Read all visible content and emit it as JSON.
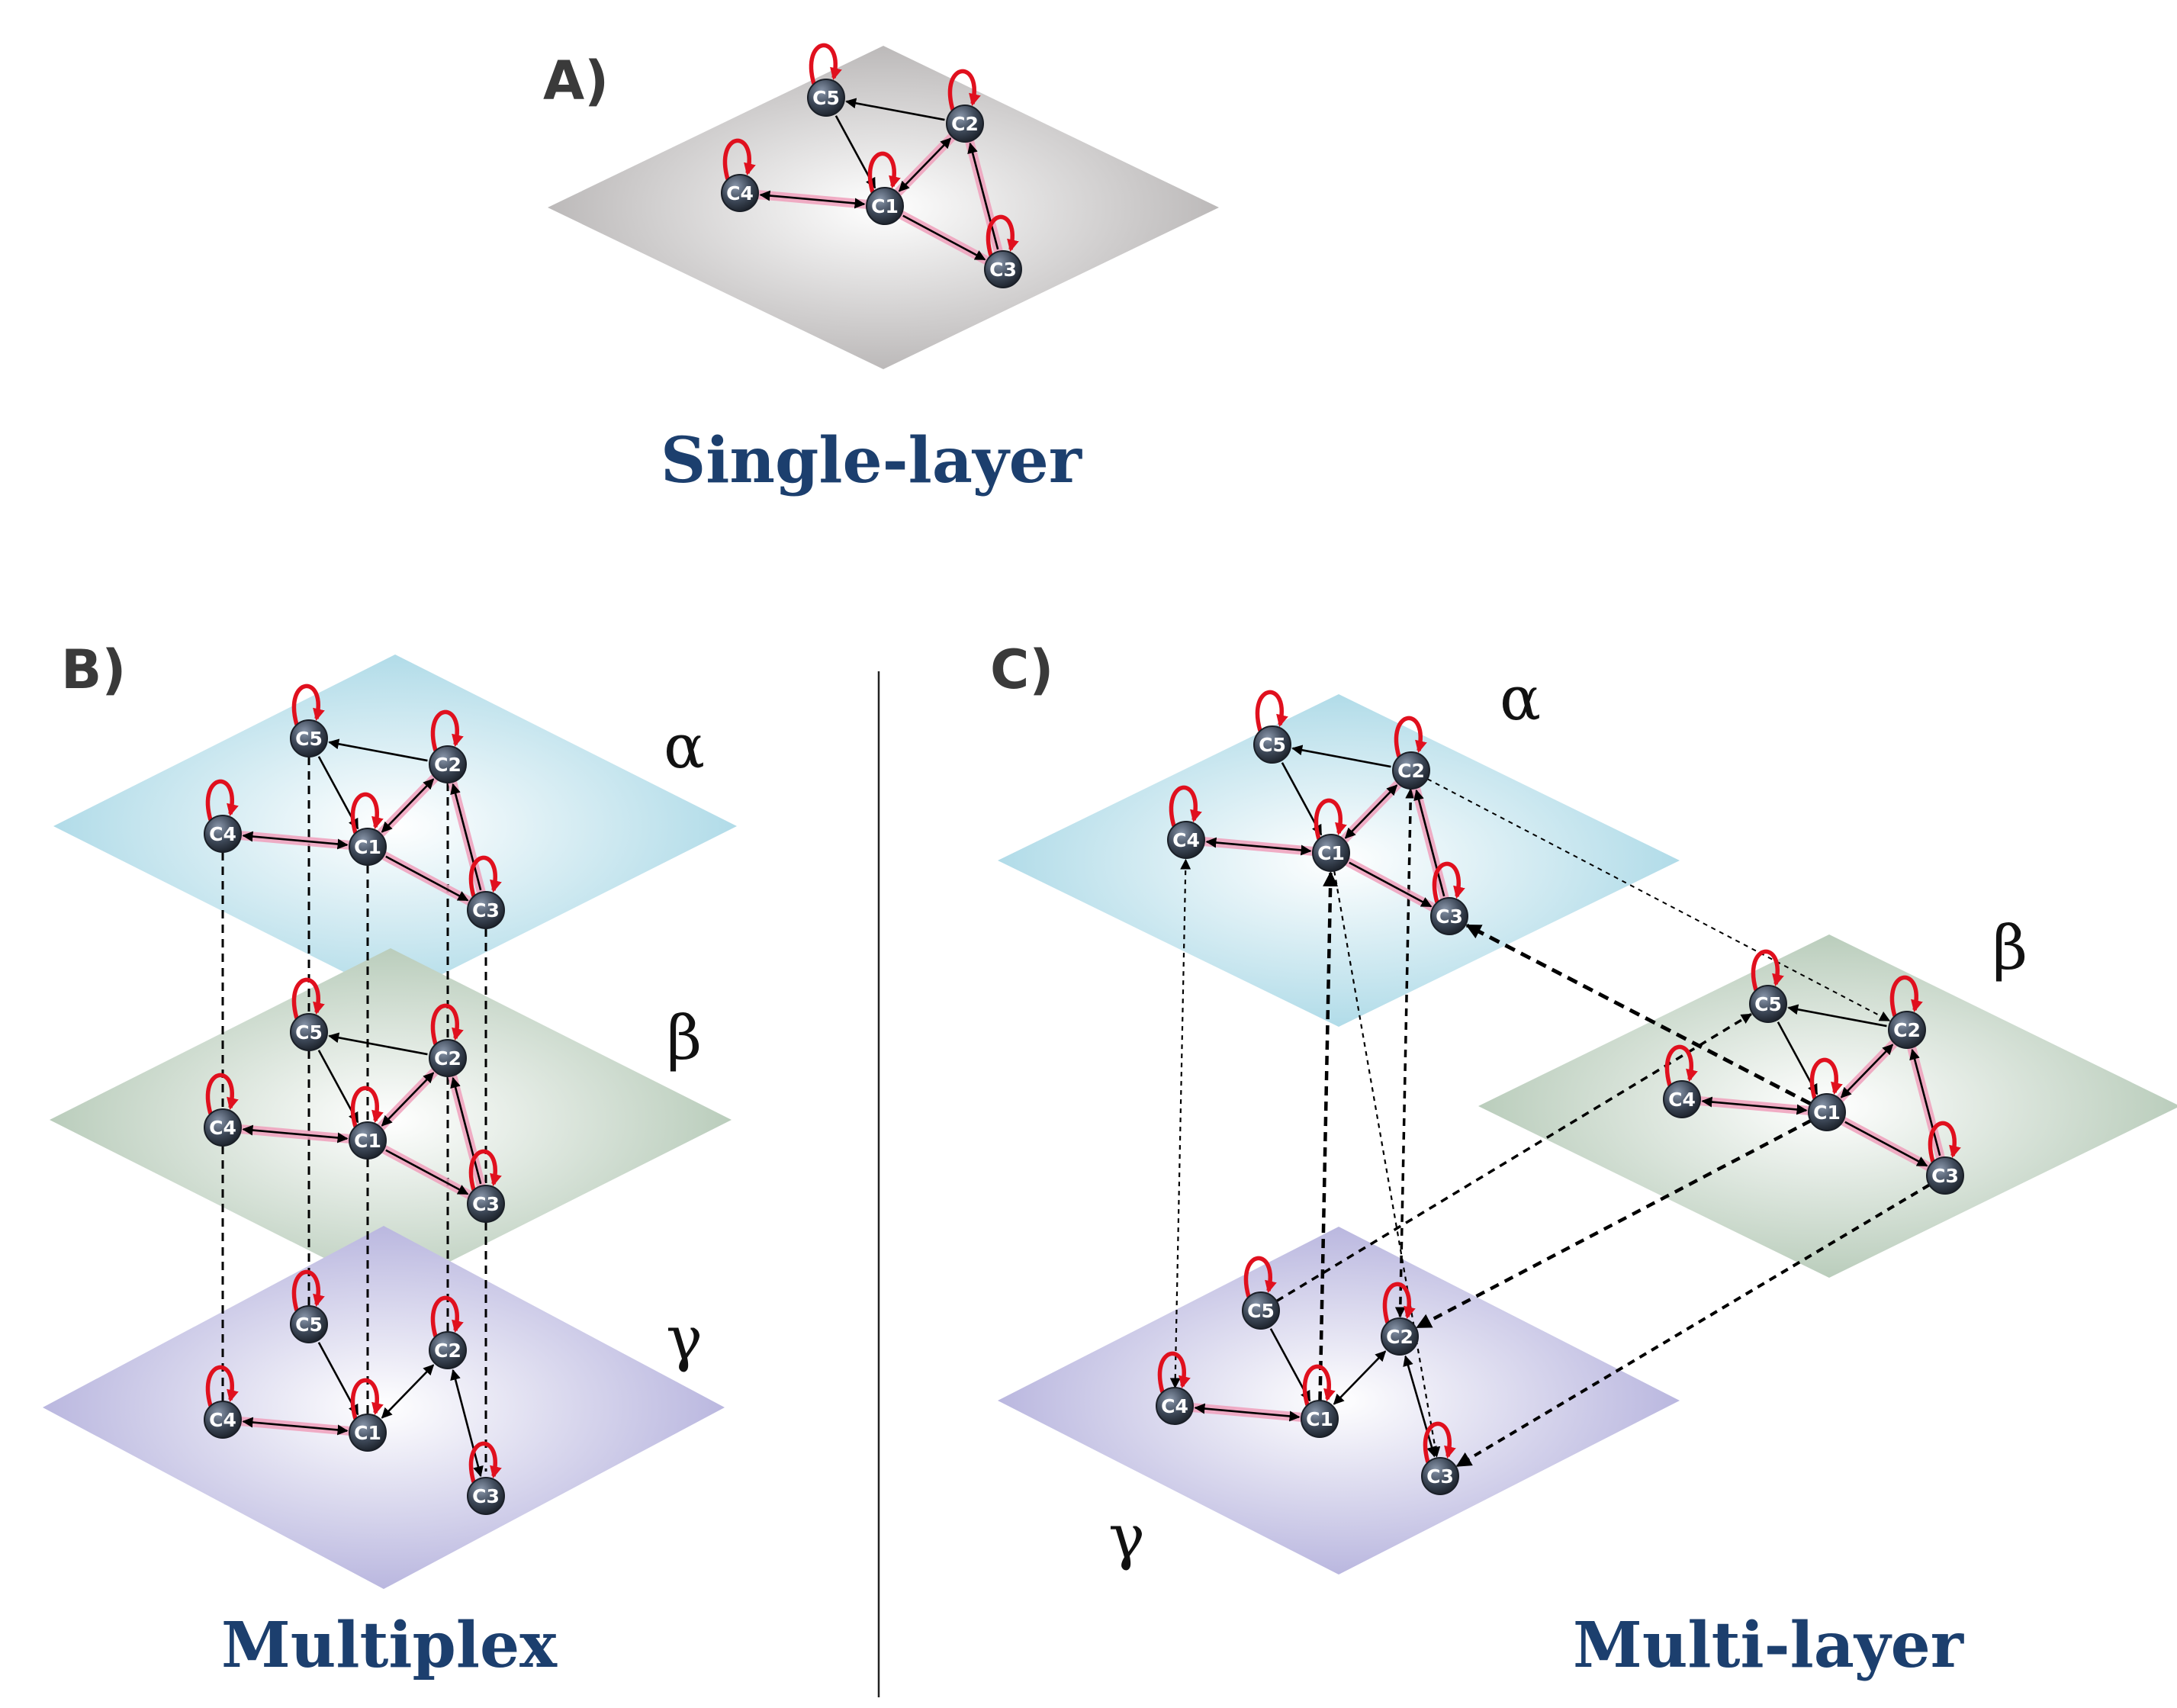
{
  "panels": [
    {
      "id": "A",
      "label": "A)",
      "title": "Single-layer"
    },
    {
      "id": "B",
      "label": "B)",
      "title": "Multiplex"
    },
    {
      "id": "C",
      "label": "C)",
      "title": "Multi-layer"
    }
  ],
  "layers": [
    {
      "panel": "B",
      "name": "α",
      "color": "#a9d8e6"
    },
    {
      "panel": "B",
      "name": "β",
      "color": "#b3c8b5"
    },
    {
      "panel": "B",
      "name": "γ",
      "color": "#b3b0dc"
    },
    {
      "panel": "C",
      "name": "α",
      "color": "#a9d8e6"
    },
    {
      "panel": "C",
      "name": "β",
      "color": "#b3c8b5"
    },
    {
      "panel": "C",
      "name": "γ",
      "color": "#b3b0dc"
    }
  ],
  "nodes": [
    "C1",
    "C2",
    "C3",
    "C4",
    "C5"
  ],
  "colors": {
    "single_layer": "#b5b2b2",
    "node": "#3f4a5a",
    "self_loop": "#e0101e",
    "highlight_edge": "#f0a0bc",
    "title": "#1c3f6e"
  }
}
